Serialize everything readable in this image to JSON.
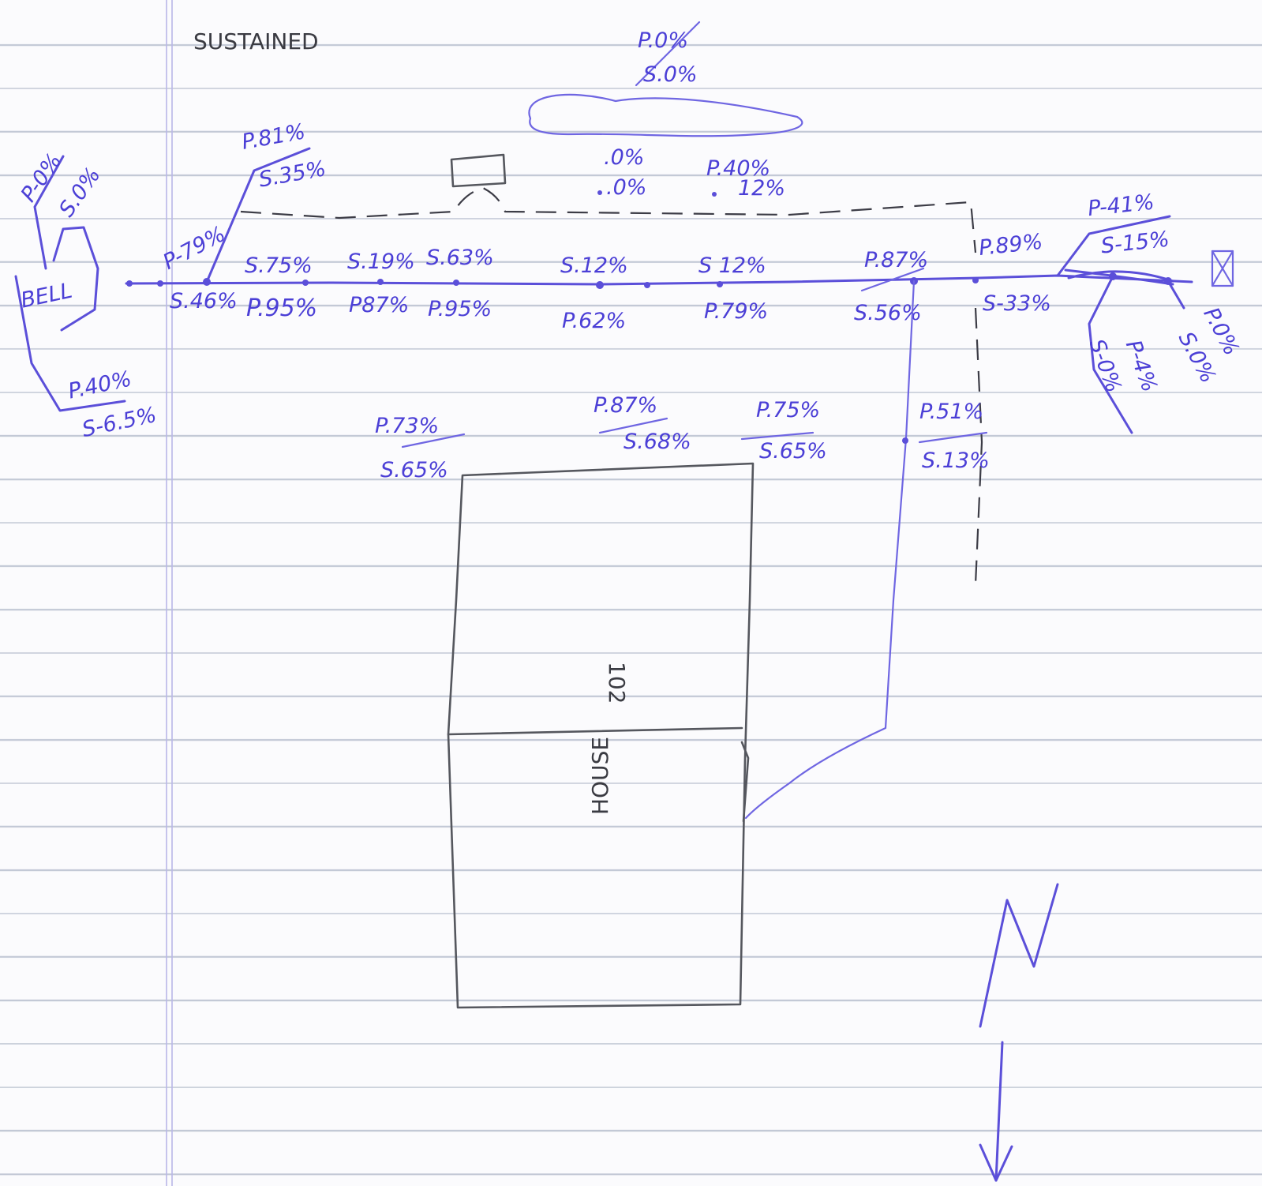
{
  "title": "SUSTAINED",
  "top_labels": {
    "cloud_p": "P.0%",
    "cloud_s": "S.0%",
    "small_p": ".0%",
    "small_s": ".0%",
    "mid_p": "P.40%",
    "mid_s": "12%"
  },
  "left_cluster": {
    "p_top": "P-0%",
    "s_top": "S.0%",
    "bell": "BELL",
    "p_low": "P.40%",
    "s_low": "S-6.5%"
  },
  "upper_labels": [
    "P.81%",
    "S.35%",
    "P-79%",
    "S.75%",
    "S.19%",
    "S.63%",
    "S.12%",
    "S 12%",
    "P.87%",
    "P.89%",
    "P-41%",
    "S-15%"
  ],
  "lower_labels": [
    "S.46%",
    "P.95%",
    "P87%",
    "P.95%",
    "P.62%",
    "P.79%",
    "S.56%",
    "S-33%"
  ],
  "right_labels": {
    "p_far": "P.0%",
    "s_far": "S.0%",
    "p_inner": "P-4%",
    "s_inner": "S-0%"
  },
  "house_labels": [
    {
      "p": "P.73%",
      "s": "S.65%"
    },
    {
      "p": "P.87%",
      "s": "S.68%"
    },
    {
      "p": "P.75%",
      "s": "S.65%"
    },
    {
      "p": "P.51%",
      "s": "S.13%"
    }
  ],
  "house": {
    "number": "102",
    "word": "HOUSE"
  },
  "north": "N"
}
